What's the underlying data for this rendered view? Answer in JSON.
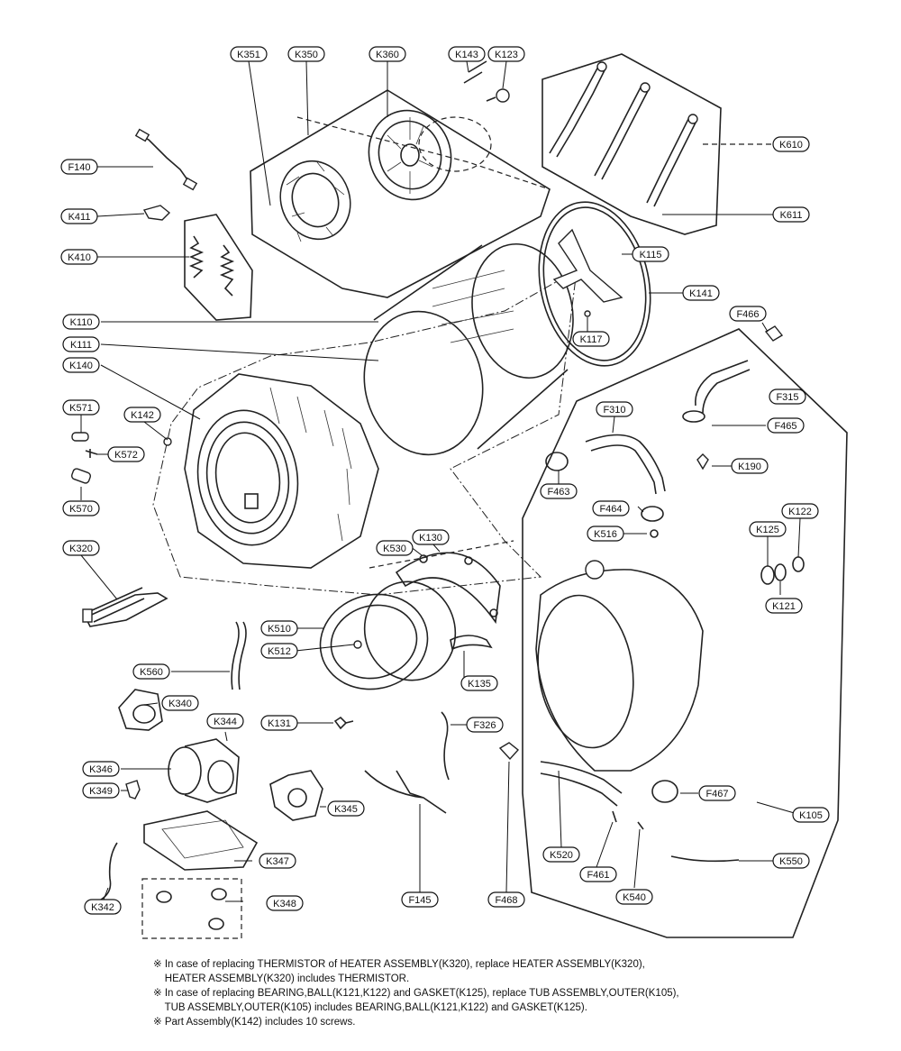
{
  "labels": [
    {
      "id": "K351"
    },
    {
      "id": "K350"
    },
    {
      "id": "K360"
    },
    {
      "id": "K143"
    },
    {
      "id": "K123"
    },
    {
      "id": "F140"
    },
    {
      "id": "K411"
    },
    {
      "id": "K410"
    },
    {
      "id": "K610"
    },
    {
      "id": "K611"
    },
    {
      "id": "K115"
    },
    {
      "id": "K141"
    },
    {
      "id": "K110"
    },
    {
      "id": "K111"
    },
    {
      "id": "K117"
    },
    {
      "id": "K140"
    },
    {
      "id": "K571"
    },
    {
      "id": "K142"
    },
    {
      "id": "K572"
    },
    {
      "id": "K570"
    },
    {
      "id": "K320"
    },
    {
      "id": "F466"
    },
    {
      "id": "F315"
    },
    {
      "id": "F310"
    },
    {
      "id": "F465"
    },
    {
      "id": "F463"
    },
    {
      "id": "K190"
    },
    {
      "id": "F464"
    },
    {
      "id": "K516"
    },
    {
      "id": "K125"
    },
    {
      "id": "K122"
    },
    {
      "id": "K121"
    },
    {
      "id": "K530"
    },
    {
      "id": "K130"
    },
    {
      "id": "K510"
    },
    {
      "id": "K512"
    },
    {
      "id": "K135"
    },
    {
      "id": "K560"
    },
    {
      "id": "K340"
    },
    {
      "id": "K344"
    },
    {
      "id": "K131"
    },
    {
      "id": "F326"
    },
    {
      "id": "K346"
    },
    {
      "id": "K349"
    },
    {
      "id": "K345"
    },
    {
      "id": "K347"
    },
    {
      "id": "K342"
    },
    {
      "id": "K348"
    },
    {
      "id": "F145"
    },
    {
      "id": "F468"
    },
    {
      "id": "K520"
    },
    {
      "id": "F461"
    },
    {
      "id": "K540"
    },
    {
      "id": "F467"
    },
    {
      "id": "K105"
    },
    {
      "id": "K550"
    }
  ],
  "notes": [
    "※ In case of replacing THERMISTOR of HEATER ASSEMBLY(K320), replace HEATER ASSEMBLY(K320),",
    "    HEATER ASSEMBLY(K320) includes THERMISTOR.",
    "※ In case of replacing BEARING,BALL(K121,K122) and GASKET(K125), replace TUB ASSEMBLY,OUTER(K105),",
    "    TUB ASSEMBLY,OUTER(K105) includes BEARING,BALL(K121,K122) and GASKET(K125).",
    "※ Part Assembly(K142) includes 10 screws."
  ]
}
